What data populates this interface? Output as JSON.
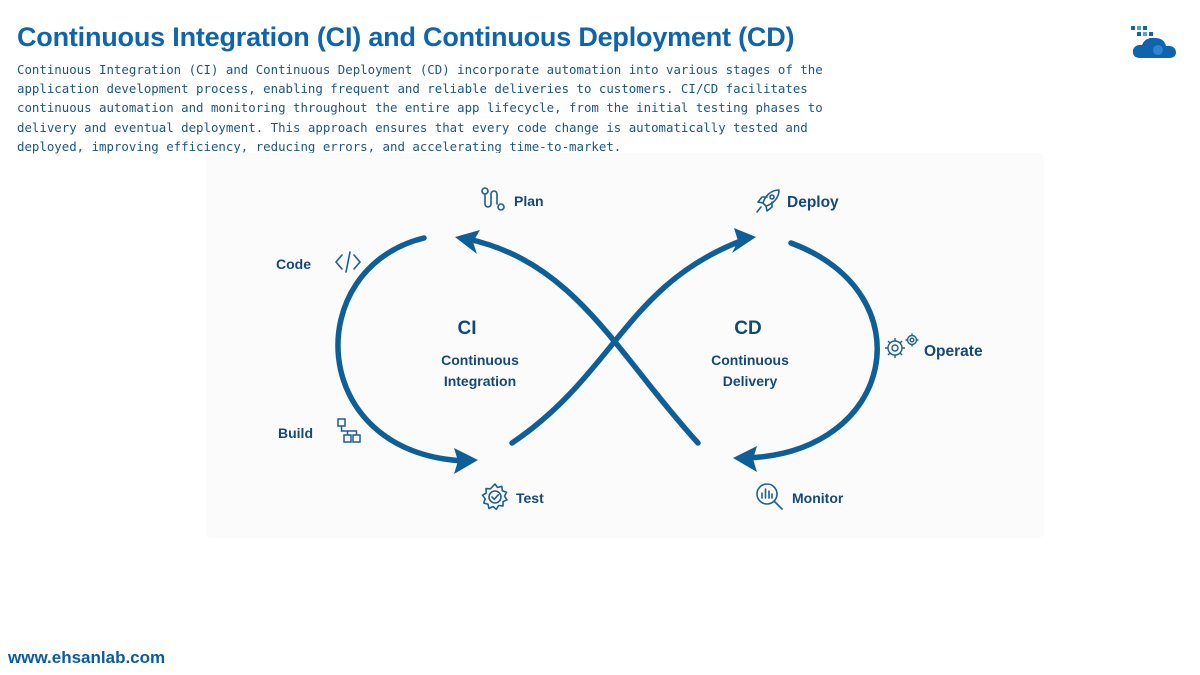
{
  "header": {
    "title": "Continuous Integration (CI) and Continuous Deployment (CD)",
    "description": "Continuous Integration (CI) and Continuous Deployment (CD) incorporate automation into various stages of the application development process, enabling frequent and reliable deliveries to customers. CI/CD facilitates continuous automation and monitoring throughout the entire app lifecycle, from the initial testing phases to delivery and eventual deployment. This approach ensures that every code change is automatically tested and deployed, improving efficiency, reducing errors, and accelerating time-to-market."
  },
  "diagram": {
    "ci": {
      "abbr": "CI",
      "line1": "Continuous",
      "line2": "Integration"
    },
    "cd": {
      "abbr": "CD",
      "line1": "Continuous",
      "line2": "Delivery"
    },
    "stages": {
      "plan": "Plan",
      "code": "Code",
      "build": "Build",
      "test": "Test",
      "deploy": "Deploy",
      "operate": "Operate",
      "monitor": "Monitor"
    },
    "icons": {
      "plan": "workflow-path-icon",
      "code": "code-brackets-icon",
      "build": "hierarchy-blocks-icon",
      "test": "gear-check-icon",
      "deploy": "rocket-icon",
      "operate": "gears-icon",
      "monitor": "chart-magnifier-icon"
    }
  },
  "footer": {
    "website": "www.ehsanlab.com"
  },
  "colors": {
    "title": "#0f64ad",
    "loop": "#0e5f98",
    "text": "#15487a"
  }
}
